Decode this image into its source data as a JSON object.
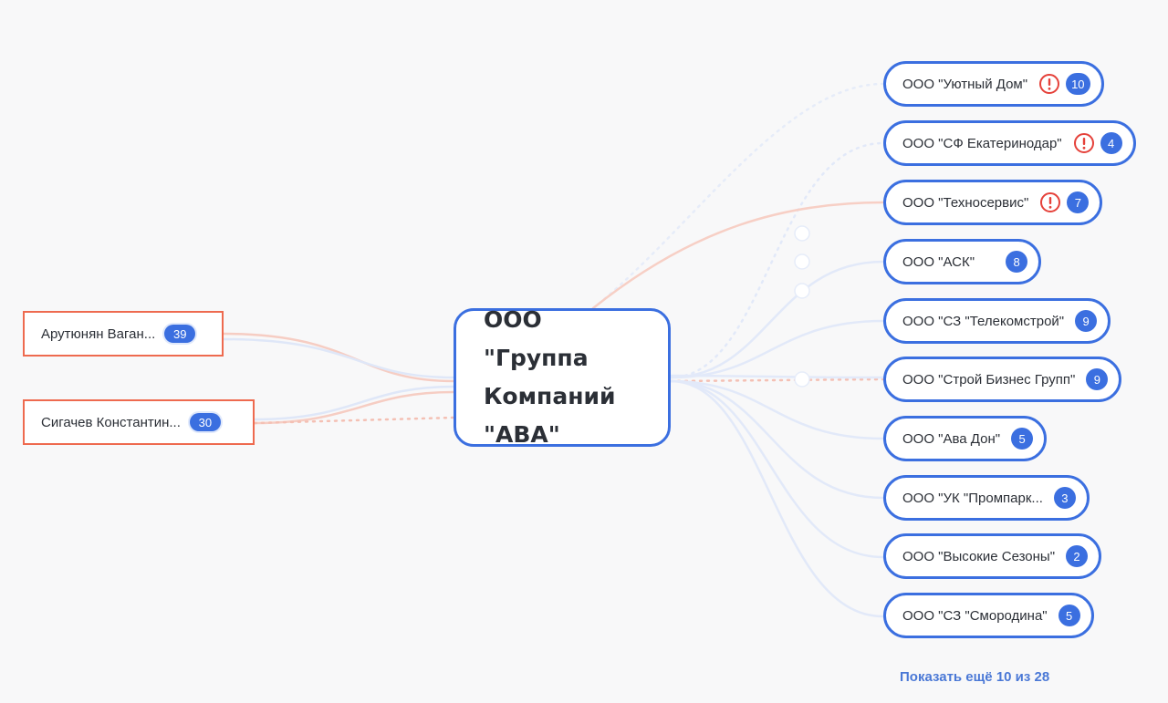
{
  "center": {
    "line1": "ООО \"Группа",
    "line2": "Компаний",
    "line3": "\"АВА\""
  },
  "persons": [
    {
      "label": "Арутюнян Ваган...",
      "count": "39"
    },
    {
      "label": "Сигачев Константин...",
      "count": "30"
    }
  ],
  "companies": [
    {
      "label": "ООО \"Уютный Дом\"",
      "warning": true,
      "count": "10"
    },
    {
      "label": "ООО \"СФ Екатеринодар\"",
      "warning": true,
      "count": "4"
    },
    {
      "label": "ООО \"Техносервис\"",
      "warning": true,
      "count": "7"
    },
    {
      "label": "ООО \"АСК\"",
      "warning": false,
      "count": "8"
    },
    {
      "label": "ООО \"СЗ \"Телекомстрой\"",
      "warning": false,
      "count": "9"
    },
    {
      "label": "ООО \"Строй Бизнес Групп\"",
      "warning": false,
      "count": "9"
    },
    {
      "label": "ООО \"Ава Дон\"",
      "warning": false,
      "count": "5"
    },
    {
      "label": "ООО \"УК \"Промпарк...",
      "warning": false,
      "count": "3"
    },
    {
      "label": "ООО \"Высокие Сезоны\"",
      "warning": false,
      "count": "2"
    },
    {
      "label": "ООО \"СЗ \"Смородина\"",
      "warning": false,
      "count": "5"
    }
  ],
  "show_more": "Показать ещё 10 из 28",
  "colors": {
    "accent": "#3b6fe0",
    "person_border": "#ee6a4f",
    "warning": "#e5413a",
    "link_blue": "#dce6fa",
    "link_red": "#f7c9bf"
  },
  "icons": {
    "warning": "exclamation-circle-icon"
  }
}
